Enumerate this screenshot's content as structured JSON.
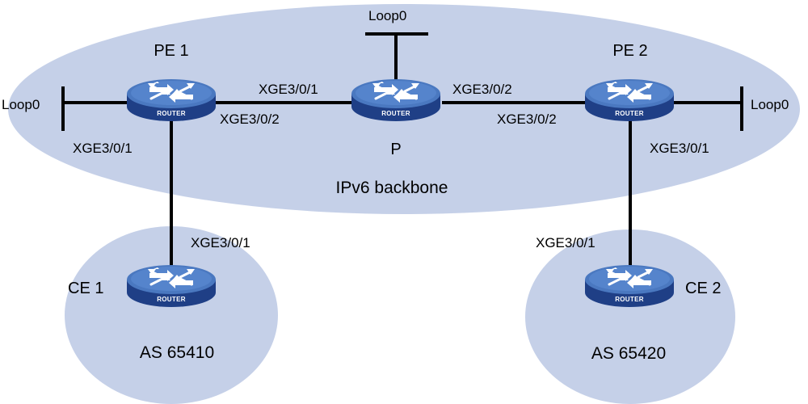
{
  "colors": {
    "region_fill": "#c5d0e8",
    "link": "#000000",
    "router_top": "#4a78c0",
    "router_side": "#1f3f86",
    "text": "#000000"
  },
  "icons": [
    "router-icon"
  ],
  "regions": {
    "backbone": "IPv6 backbone",
    "as1": "AS 65410",
    "as2": "AS 65420"
  },
  "nodes": {
    "pe1": "PE 1",
    "p": "P",
    "pe2": "PE 2",
    "ce1": "CE 1",
    "ce2": "CE 2"
  },
  "router_badge": "ROUTER",
  "interfaces": {
    "pe1_loop": "Loop0",
    "pe1_to_p": "XGE3/0/2",
    "pe1_to_ce1": "XGE3/0/1",
    "p_loop": "Loop0",
    "p_to_pe1": "XGE3/0/1",
    "p_to_pe2": "XGE3/0/2",
    "pe2_loop": "Loop0",
    "pe2_to_p": "XGE3/0/2",
    "pe2_to_ce2": "XGE3/0/1",
    "ce1_to_pe1": "XGE3/0/1",
    "ce2_to_pe2": "XGE3/0/1"
  }
}
